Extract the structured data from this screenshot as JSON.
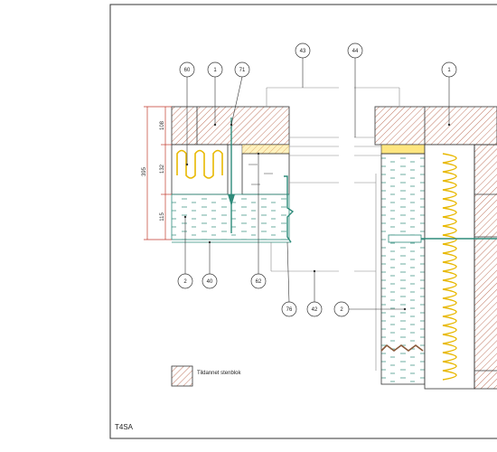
{
  "sheet": {
    "code": "T4SA",
    "legend_text": "Tildannet stenblok"
  },
  "dimensions": {
    "total": "395",
    "top": "108",
    "middle": "132",
    "bottom": "115"
  },
  "callouts": {
    "c60": "60",
    "c1_left": "1",
    "c71": "71",
    "c43": "43",
    "c44": "44",
    "c1_right": "1",
    "c2_left": "2",
    "c40": "40",
    "c62": "62",
    "c76": "76",
    "c42": "42",
    "c2_right": "2"
  },
  "colors": {
    "line": "#333333",
    "hatch": "#b0553a",
    "insulation": "#e8b800",
    "fastener": "#2e8b7a",
    "dimension": "#c0392b"
  }
}
